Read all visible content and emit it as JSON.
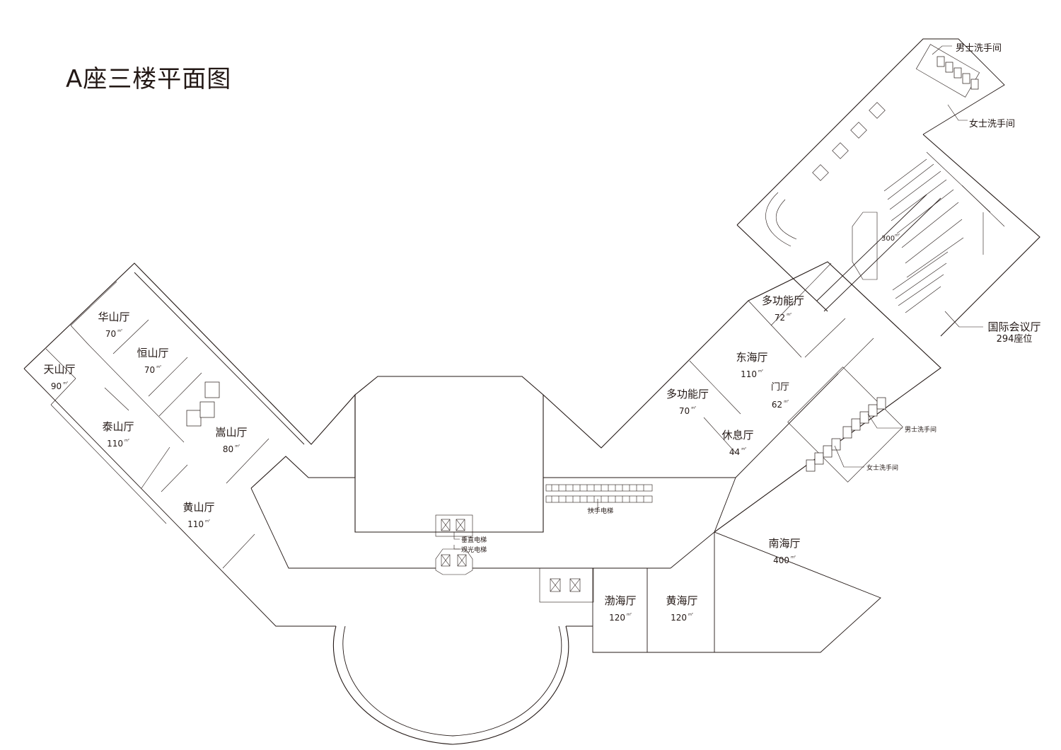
{
  "title": "A座三楼平面图",
  "unit": "m²",
  "rooms": [
    {
      "id": "huashan",
      "name": "华山厅",
      "area": "70"
    },
    {
      "id": "hengshan",
      "name": "恒山厅",
      "area": "70"
    },
    {
      "id": "tianshan",
      "name": "天山厅",
      "area": "90"
    },
    {
      "id": "taishan",
      "name": "泰山厅",
      "area": "110"
    },
    {
      "id": "songshan",
      "name": "嵩山厅",
      "area": "80"
    },
    {
      "id": "huangshan",
      "name": "黄山厅",
      "area": "110"
    },
    {
      "id": "duogongneng1",
      "name": "多功能厅",
      "area": "72"
    },
    {
      "id": "donghai",
      "name": "东海厅",
      "area": "110"
    },
    {
      "id": "menting",
      "name": "门厅",
      "area": "62"
    },
    {
      "id": "duogongneng2",
      "name": "多功能厅",
      "area": "70"
    },
    {
      "id": "xiuxi",
      "name": "休息厅",
      "area": "44"
    },
    {
      "id": "nanhai",
      "name": "南海厅",
      "area": "400"
    },
    {
      "id": "bohai",
      "name": "渤海厅",
      "area": "120"
    },
    {
      "id": "huanghai",
      "name": "黄海厅",
      "area": "120"
    }
  ],
  "conference": {
    "name": "国际会议厅",
    "seats": "294座位",
    "area": "300"
  },
  "annotations": {
    "men_top": "男士洗手间",
    "women_top": "女士洗手间",
    "men_mid": "男士洗手间",
    "women_mid": "女士洗手间",
    "escalator": "扶手电梯",
    "vertical_elevator": "垂直电梯",
    "sightseeing_elevator": "观光电梯"
  }
}
